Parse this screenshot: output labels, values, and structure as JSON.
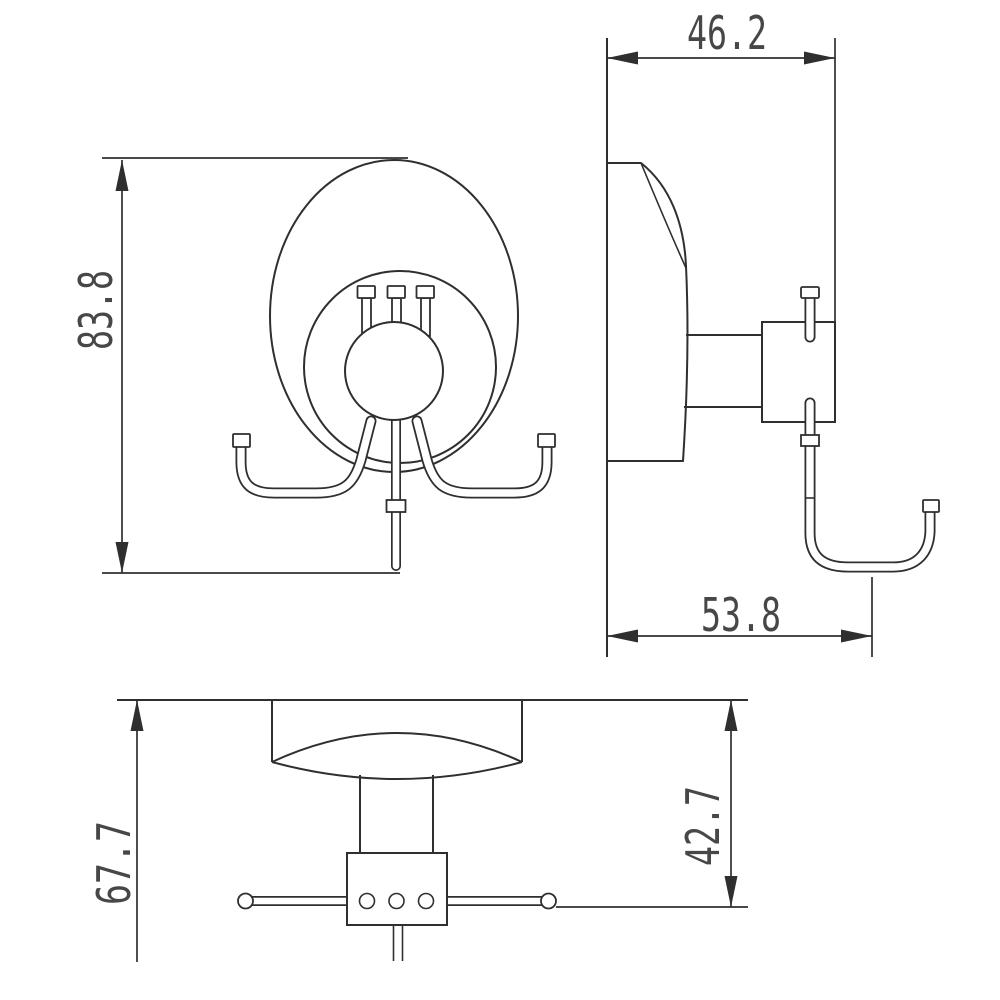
{
  "meta": {
    "type": "technical-dimension-drawing",
    "background_color": "#ffffff",
    "line_color": "#2f2f2f",
    "text_color": "#474747",
    "views": [
      "front-view",
      "side-view",
      "bottom-view"
    ]
  },
  "dims": {
    "front_height": "83.8",
    "side_depth": "46.2",
    "side_hook_depth": "53.8",
    "bottom_total_depth": "67.7",
    "bottom_hook_tip_depth": "42.7"
  }
}
